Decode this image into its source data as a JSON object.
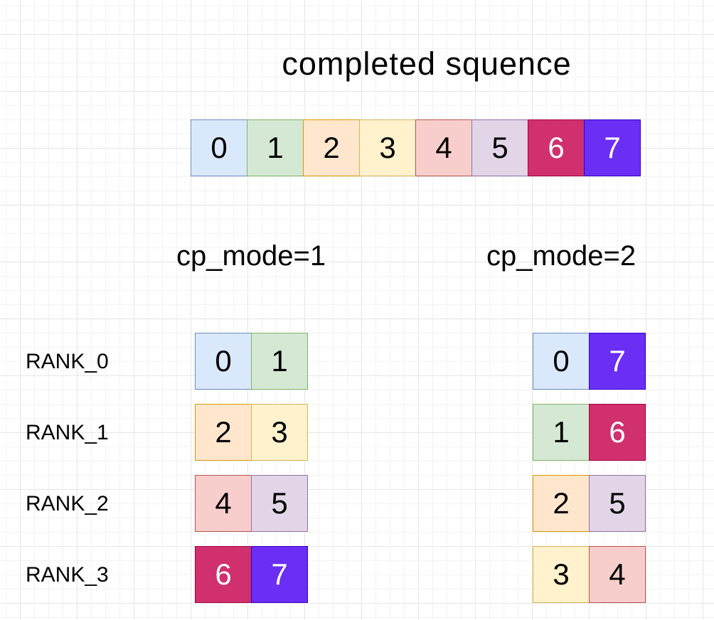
{
  "title": "completed squence",
  "palette": {
    "0": {
      "fill": "#dae8fc",
      "stroke": "#6c8ebf",
      "text": "#000000"
    },
    "1": {
      "fill": "#d5e8d4",
      "stroke": "#82b366",
      "text": "#000000"
    },
    "2": {
      "fill": "#ffe6cc",
      "stroke": "#d79b00",
      "text": "#000000"
    },
    "3": {
      "fill": "#fff2cc",
      "stroke": "#d6b656",
      "text": "#000000"
    },
    "4": {
      "fill": "#f8cecc",
      "stroke": "#b85450",
      "text": "#000000"
    },
    "5": {
      "fill": "#e1d5e7",
      "stroke": "#9673a6",
      "text": "#000000"
    },
    "6": {
      "fill": "#d0306e",
      "stroke": "#a50040",
      "text": "#ffffff"
    },
    "7": {
      "fill": "#6a2ef5",
      "stroke": "#3700cc",
      "text": "#ffffff"
    }
  },
  "sequence": [
    "0",
    "1",
    "2",
    "3",
    "4",
    "5",
    "6",
    "7"
  ],
  "modes": [
    {
      "label": "cp_mode=1",
      "ranks": [
        [
          "0",
          "1"
        ],
        [
          "2",
          "3"
        ],
        [
          "4",
          "5"
        ],
        [
          "6",
          "7"
        ]
      ]
    },
    {
      "label": "cp_mode=2",
      "ranks": [
        [
          "0",
          "7"
        ],
        [
          "1",
          "6"
        ],
        [
          "2",
          "5"
        ],
        [
          "3",
          "4"
        ]
      ]
    }
  ],
  "rank_labels": [
    "RANK_0",
    "RANK_1",
    "RANK_2",
    "RANK_3"
  ]
}
